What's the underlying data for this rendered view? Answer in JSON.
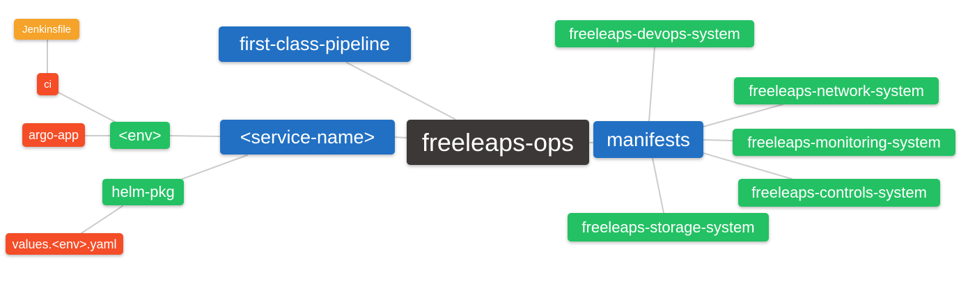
{
  "diagram": {
    "title": "freeleaps-ops mind map",
    "background": "#ffffff",
    "palette": {
      "blue": "#2170c4",
      "green": "#23c163",
      "orange": "#f5a32a",
      "red": "#f44d27",
      "dark": "#3c3838",
      "edge": "#cccccc",
      "text": "#ffffff"
    },
    "nodes": [
      {
        "id": "jenkinsfile",
        "label": "Jenkinsfile",
        "color": "orange"
      },
      {
        "id": "ci",
        "label": "ci",
        "color": "red"
      },
      {
        "id": "argo-app",
        "label": "argo-app",
        "color": "red"
      },
      {
        "id": "env",
        "label": "<env>",
        "color": "green"
      },
      {
        "id": "helm-pkg",
        "label": "helm-pkg",
        "color": "green"
      },
      {
        "id": "values-env-yaml",
        "label": "values.<env>.yaml",
        "color": "red"
      },
      {
        "id": "first-class-pipeline",
        "label": "first-class-pipeline",
        "color": "blue"
      },
      {
        "id": "service-name",
        "label": "<service-name>",
        "color": "blue"
      },
      {
        "id": "freeleaps-ops",
        "label": "freeleaps-ops",
        "color": "dark"
      },
      {
        "id": "manifests",
        "label": "manifests",
        "color": "blue"
      },
      {
        "id": "freeleaps-devops-system",
        "label": "freeleaps-devops-system",
        "color": "green"
      },
      {
        "id": "freeleaps-network-system",
        "label": "freeleaps-network-system",
        "color": "green"
      },
      {
        "id": "freeleaps-monitoring-system",
        "label": "freeleaps-monitoring-system",
        "color": "green"
      },
      {
        "id": "freeleaps-controls-system",
        "label": "freeleaps-controls-system",
        "color": "green"
      },
      {
        "id": "freeleaps-storage-system",
        "label": "freeleaps-storage-system",
        "color": "green"
      }
    ],
    "edges": [
      {
        "from": "jenkinsfile",
        "to": "ci"
      },
      {
        "from": "ci",
        "to": "env"
      },
      {
        "from": "argo-app",
        "to": "env"
      },
      {
        "from": "env",
        "to": "service-name"
      },
      {
        "from": "helm-pkg",
        "to": "service-name"
      },
      {
        "from": "values-env-yaml",
        "to": "helm-pkg"
      },
      {
        "from": "first-class-pipeline",
        "to": "freeleaps-ops"
      },
      {
        "from": "service-name",
        "to": "freeleaps-ops"
      },
      {
        "from": "freeleaps-ops",
        "to": "manifests"
      },
      {
        "from": "manifests",
        "to": "freeleaps-devops-system"
      },
      {
        "from": "manifests",
        "to": "freeleaps-network-system"
      },
      {
        "from": "manifests",
        "to": "freeleaps-monitoring-system"
      },
      {
        "from": "manifests",
        "to": "freeleaps-controls-system"
      },
      {
        "from": "manifests",
        "to": "freeleaps-storage-system"
      }
    ]
  }
}
